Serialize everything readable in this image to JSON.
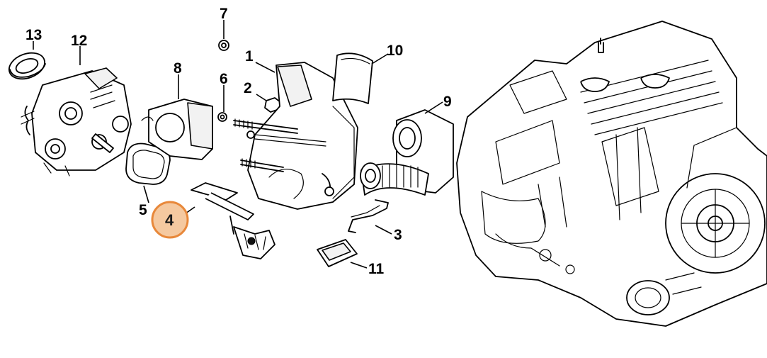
{
  "labels": [
    {
      "id": "1",
      "text": "1"
    },
    {
      "id": "2",
      "text": "2"
    },
    {
      "id": "3",
      "text": "3"
    },
    {
      "id": "4",
      "text": "4"
    },
    {
      "id": "5",
      "text": "5"
    },
    {
      "id": "6",
      "text": "6"
    },
    {
      "id": "7",
      "text": "7"
    },
    {
      "id": "8",
      "text": "8"
    },
    {
      "id": "9",
      "text": "9"
    },
    {
      "id": "10",
      "text": "10"
    },
    {
      "id": "11",
      "text": "11"
    },
    {
      "id": "12",
      "text": "12"
    },
    {
      "id": "13",
      "text": "13"
    }
  ],
  "highlight": {
    "label_index": 3,
    "fill_color": "#f5c9a0",
    "border_color": "#e8883a"
  }
}
